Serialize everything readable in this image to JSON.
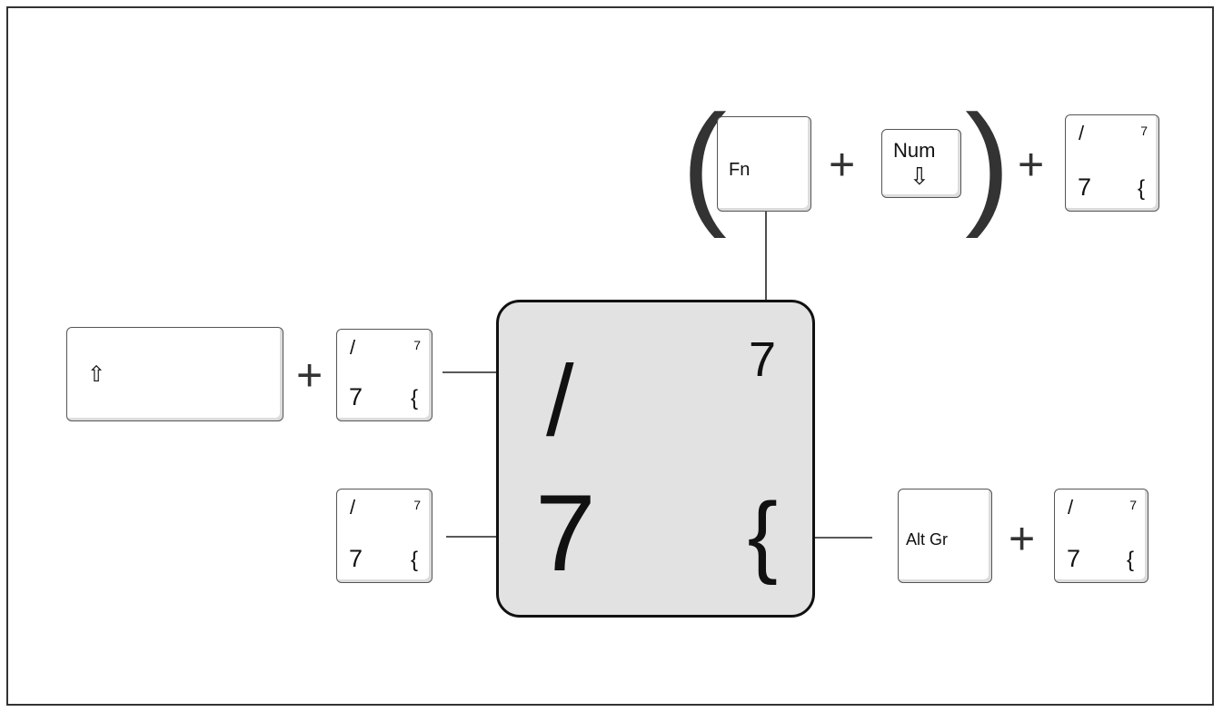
{
  "legend": {
    "center_key": {
      "top_left": "/",
      "top_right": "7",
      "bottom_left": "7",
      "bottom_right": "{"
    },
    "small_key": {
      "top_left": "/",
      "top_right": "7",
      "bottom_left": "7",
      "bottom_right": "{"
    },
    "fn_label": "Fn",
    "num_label": "Num",
    "num_arrow": "⇩",
    "shift_symbol": "⇧",
    "altgr_label": "Alt Gr",
    "plus": "+",
    "open_paren": "(",
    "close_paren": ")"
  }
}
